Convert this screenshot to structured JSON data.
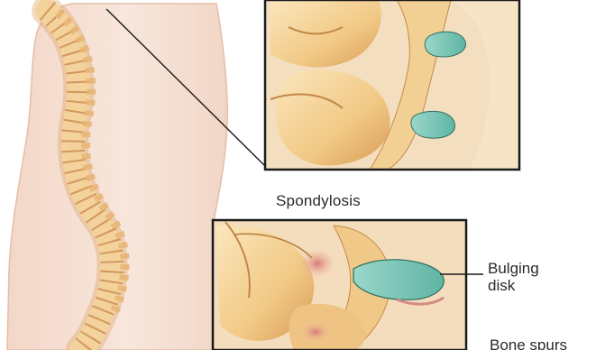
{
  "illustration": {
    "caption": "Spondylosis",
    "callouts": {
      "bulging_disk_line1": "Bulging",
      "bulging_disk_line2": "disk",
      "bone_spurs": "Bone spurs"
    }
  },
  "colors": {
    "bone": "#f4d49a",
    "bone_shadow": "#d39a55",
    "skin": "#f6e2d6",
    "disk": "#7cc7b8",
    "frame": "#1a1a1a"
  }
}
